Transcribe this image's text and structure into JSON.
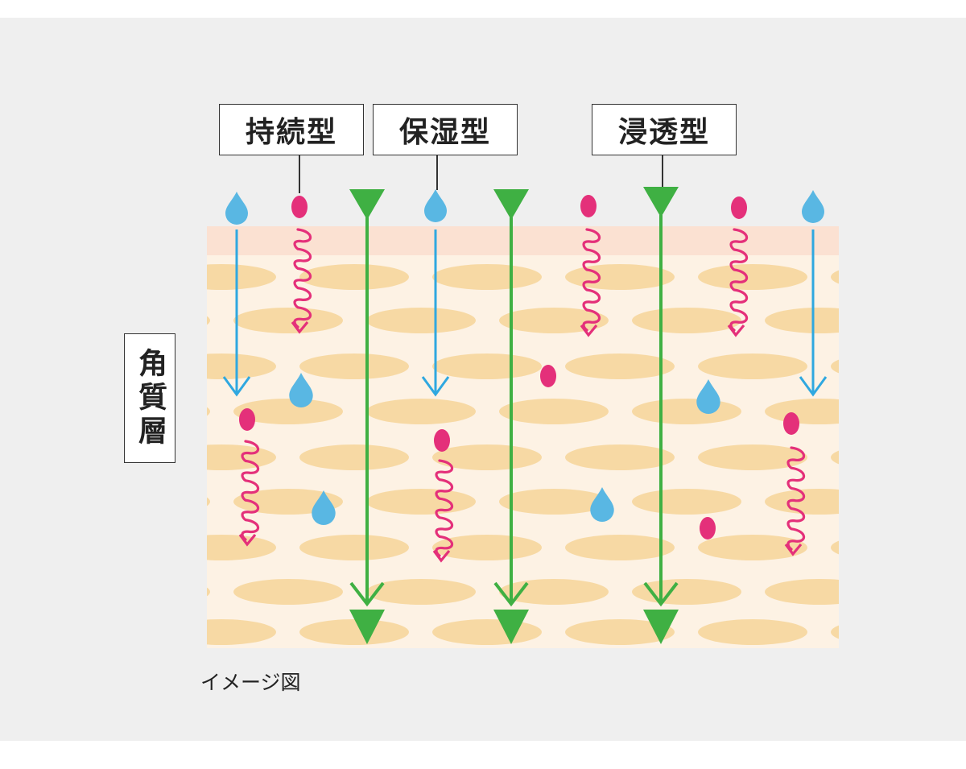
{
  "labels": {
    "jizoku": "持続型",
    "hoshitsu": "保湿型",
    "shinto": "浸透型",
    "kakushitsu": "角質層"
  },
  "caption": "イメージ図",
  "colors": {
    "background": "#efefef",
    "skin_band": "#fdf2e4",
    "cell": "#f7d9a4",
    "surface": "#fbe1d2",
    "water": "#59b7e3",
    "pink": "#e4307a",
    "green": "#3fb043",
    "blue_arrow": "#2fa8e0"
  }
}
